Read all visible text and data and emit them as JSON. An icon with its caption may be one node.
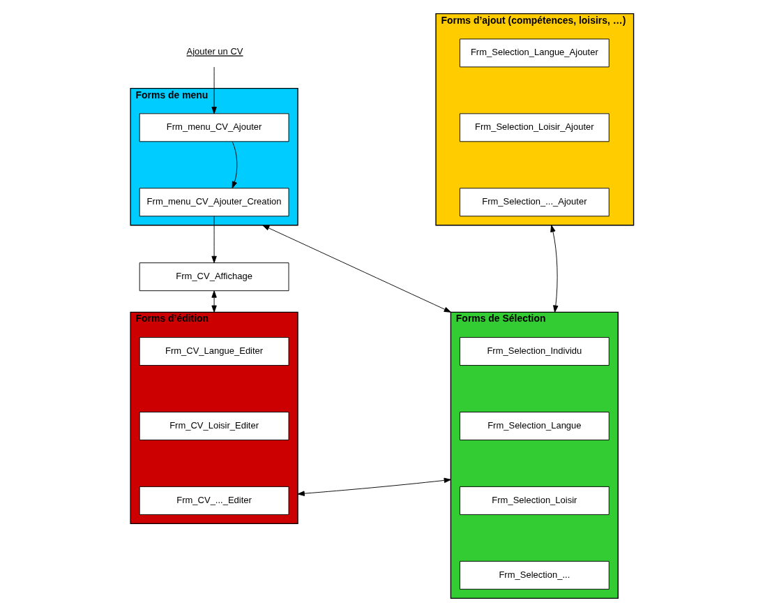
{
  "diagram": {
    "nodes": [
      {
        "text": [
          "Ajouter un CV"
        ]
      },
      {
        "text": [
          "Forms de menu"
        ]
      },
      {
        "text": [
          "Frm_menu_CV_Ajouter"
        ],
        "in": 1
      },
      {
        "text": [
          "Frm_menu_CV_Ajouter_Creation"
        ],
        "in": 1
      },
      {
        "text": [
          "Forms d’ajout (compétences, loisirs, …)"
        ]
      },
      {
        "text": [
          "Frm_Selection_Langue_Ajouter"
        ],
        "in": 4
      },
      {
        "text": [
          "Frm_Selection_Loisir_Ajouter"
        ],
        "in": 4
      },
      {
        "text": [
          "Frm_Selection_..._Ajouter"
        ],
        "in": 4
      },
      {
        "text": [
          "Frm_CV_Affichage"
        ]
      },
      {
        "text": [
          "Forms de Sélection"
        ]
      },
      {
        "text": [
          "Frm_Selection_Individu"
        ],
        "in": 9
      },
      {
        "text": [
          "Frm_Selection_Langue"
        ],
        "in": 9
      },
      {
        "text": [
          "Frm_Selection_Loisir"
        ],
        "in": 9
      },
      {
        "text": [
          "Frm_Selection_..."
        ],
        "in": 9
      },
      {
        "text": [
          "Forms d’édition"
        ]
      },
      {
        "text": [
          "Frm_CV_Langue_Editer"
        ],
        "in": 14
      },
      {
        "text": [
          "Frm_CV_Loisir_Editer"
        ],
        "in": 14
      },
      {
        "text": [
          "Frm_CV_..._Editer"
        ],
        "in": 14
      }
    ],
    "edges": [
      {
        "from": 0,
        "to": 2,
        "arrow": "to"
      },
      {
        "from": 2,
        "to": 3,
        "arrow": "to"
      },
      {
        "from": 3,
        "to": 8,
        "arrow": "to"
      },
      {
        "from": 1,
        "to": 9,
        "arrow": "both"
      },
      {
        "from": 4,
        "to": 9,
        "arrow": "both"
      },
      {
        "from": 8,
        "to": 14,
        "arrow": "both"
      },
      {
        "from": 14,
        "to": 9,
        "arrow": "both"
      }
    ]
  }
}
